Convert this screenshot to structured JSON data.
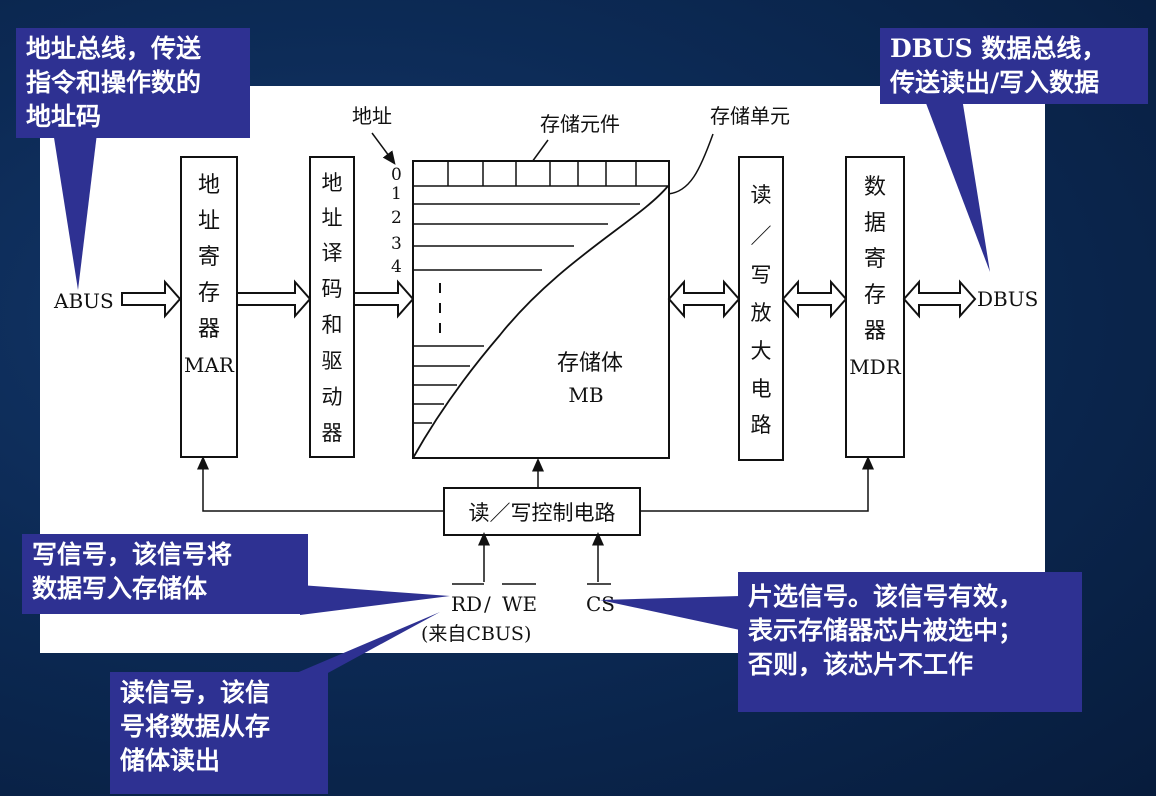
{
  "callouts": {
    "abus_note": "地址总线，传送\n指令和操作数的\n地址码",
    "dbus_note": "DBUS 数据总线，\n传送读出/写入数据",
    "write_note": "写信号，该信号将\n数据写入存储体",
    "read_note": "读信号，该信\n号将数据从存\n储体读出",
    "cs_note": "片选信号。该信号有效，\n表示存储器芯片被选中；\n否则，该芯片不工作"
  },
  "diagram": {
    "abus": "ABUS",
    "dbus": "DBUS",
    "mar_chars": [
      "地",
      "址",
      "寄",
      "存",
      "器"
    ],
    "mar_abbr": "MAR",
    "decoder_chars": [
      "地",
      "址",
      "译",
      "码",
      "和",
      "驱",
      "动",
      "器"
    ],
    "addr_label": "地址",
    "element_label": "存储元件",
    "unit_label": "存储单元",
    "addr_numbers": [
      "0",
      "1",
      "2",
      "3",
      "4"
    ],
    "mb_label": "存储体",
    "mb_abbr": "MB",
    "sense_chars": [
      "读",
      "／",
      "写",
      "放",
      "大",
      "电",
      "路"
    ],
    "mdr_chars": [
      "数",
      "据",
      "寄",
      "存",
      "器"
    ],
    "mdr_abbr": "MDR",
    "control_label": "读／写控制电路",
    "rd_label": "RD",
    "slash": "/",
    "we_label": "WE",
    "cbus_note": "(来自CBUS)",
    "cs_label": "CS"
  },
  "colors": {
    "callout_bg": "#2e3192",
    "panel_bg": "#ffffff",
    "background": "#0c2a55"
  }
}
